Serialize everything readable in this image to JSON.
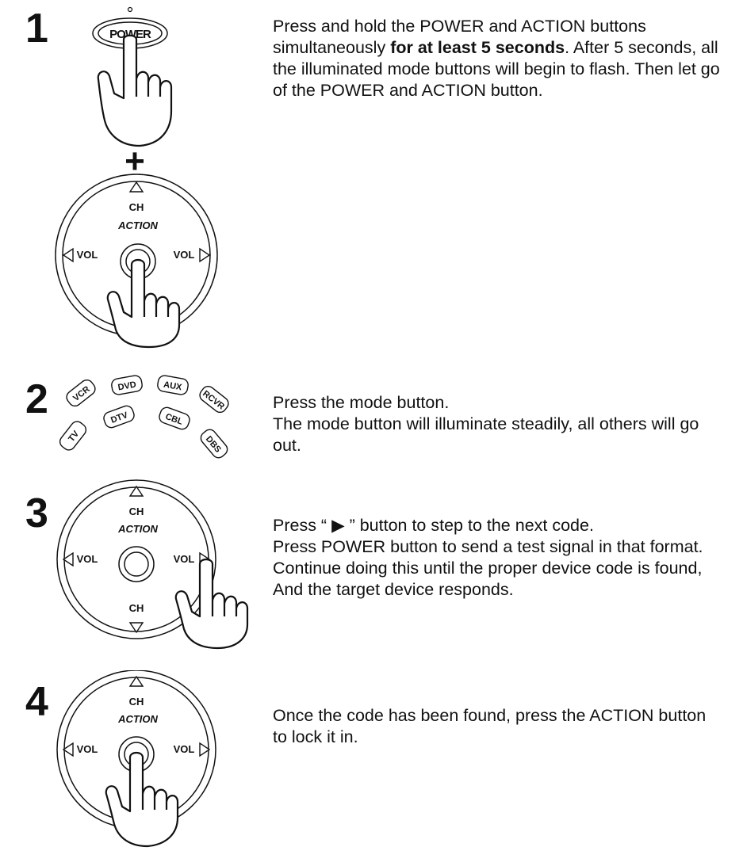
{
  "steps": [
    {
      "number": "1",
      "text_parts": [
        "Press and hold the POWER and ACTION buttons simultaneously ",
        "for at least 5 seconds",
        ". After 5 seconds, all the illuminated mode buttons will begin to flash. Then let go of the POWER and ACTION button."
      ],
      "figure": {
        "power_label": "POWER",
        "plus": "+",
        "ch_label": "CH",
        "action_label": "ACTION",
        "vol_left": "VOL",
        "vol_right": "VOL"
      }
    },
    {
      "number": "2",
      "lines": [
        "Press the mode button.",
        "The mode button will illuminate steadily, all others will go out."
      ],
      "figure": {
        "modes": [
          "VCR",
          "DVD",
          "AUX",
          "RCVR",
          "TV",
          "DTV",
          "CBL",
          "DBS"
        ]
      }
    },
    {
      "number": "3",
      "text_parts": [
        "Press “ ▶ ” button to step to the next code.",
        "Press POWER button to send a test signal in that format. Continue doing this until the proper device code is found, And the target device responds."
      ],
      "figure": {
        "ch_top": "CH",
        "action_label": "ACTION",
        "vol_left": "VOL",
        "vol_right": "VOL",
        "ch_bottom": "CH"
      }
    },
    {
      "number": "4",
      "text": "Once the code has been found, press the ACTION button to lock it in.",
      "figure": {
        "ch_label": "CH",
        "action_label": "ACTION",
        "vol_left": "VOL",
        "vol_right": "VOL"
      }
    }
  ]
}
